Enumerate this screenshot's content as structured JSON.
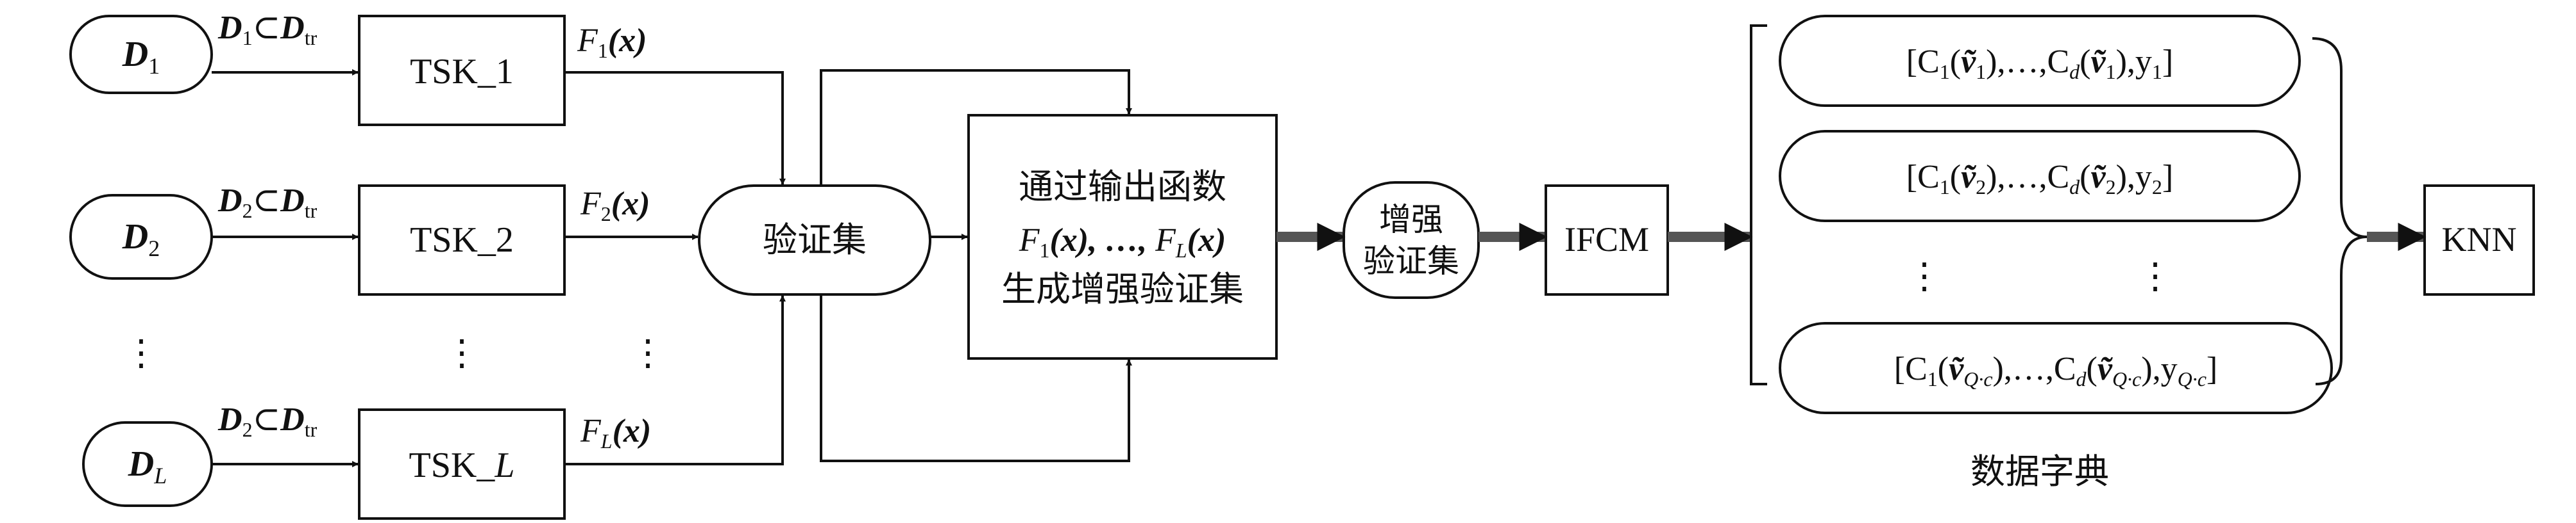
{
  "sources": [
    {
      "label": "D",
      "sub": "1"
    },
    {
      "label": "D",
      "sub": "2"
    },
    {
      "label": "D",
      "sub": "L"
    }
  ],
  "subset_labels": [
    {
      "a": "D",
      "a_sub": "1",
      "rel": "⊂",
      "b": "D",
      "b_sub": "tr"
    },
    {
      "a": "D",
      "a_sub": "2",
      "rel": "⊂",
      "b": "D",
      "b_sub": "tr"
    },
    {
      "a": "D",
      "a_sub": "2",
      "rel": "⊂",
      "b": "D",
      "b_sub": "tr"
    }
  ],
  "tsk_boxes": [
    {
      "text": "TSK_1"
    },
    {
      "text": "TSK_2"
    },
    {
      "text_prefix": "TSK_",
      "text_var": "L"
    }
  ],
  "outputs": [
    {
      "f": "F",
      "sub": "1",
      "arg": "(x)"
    },
    {
      "f": "F",
      "sub": "2",
      "arg": "(x)"
    },
    {
      "f": "F",
      "sub": "L",
      "arg": "(x)"
    }
  ],
  "ellipsis": "⋮",
  "validation_set": "验证集",
  "generator_box": {
    "line1": "通过输出函数",
    "line2_a": "F",
    "line2_a_sub": "1",
    "line2_mid": "(x), …, ",
    "line2_b": "F",
    "line2_b_sub": "L",
    "line2_end": "(x)",
    "line3": "生成增强验证集"
  },
  "enhanced_set": {
    "line1": "增强",
    "line2": "验证集"
  },
  "ifcm": "IFCM",
  "dictionary_rows": [
    {
      "open": "[C",
      "s1": "1",
      "p1": "(",
      "v": "ṽ",
      "vs": "1",
      "mid": "),…,C",
      "sd": "d",
      "p2": "(",
      "v2": "ṽ",
      "vs2": "1",
      "end": "),y",
      "ys": "1",
      "close": "]"
    },
    {
      "open": "[C",
      "s1": "1",
      "p1": "(",
      "v": "ṽ",
      "vs": "2",
      "mid": "),…,C",
      "sd": "d",
      "p2": "(",
      "v2": "ṽ",
      "vs2": "2",
      "end": "),y",
      "ys": "2",
      "close": "]"
    },
    {
      "open": "[C",
      "s1": "1",
      "p1": "(",
      "v": "ṽ",
      "vs": "Q·c",
      "mid": "),…,C",
      "sd": "d",
      "p2": "(",
      "v2": "ṽ",
      "vs2": "Q·c",
      "end": "),y",
      "ys": "Q·c",
      "close": "]"
    }
  ],
  "dictionary_caption": "数据字典",
  "knn": "KNN"
}
